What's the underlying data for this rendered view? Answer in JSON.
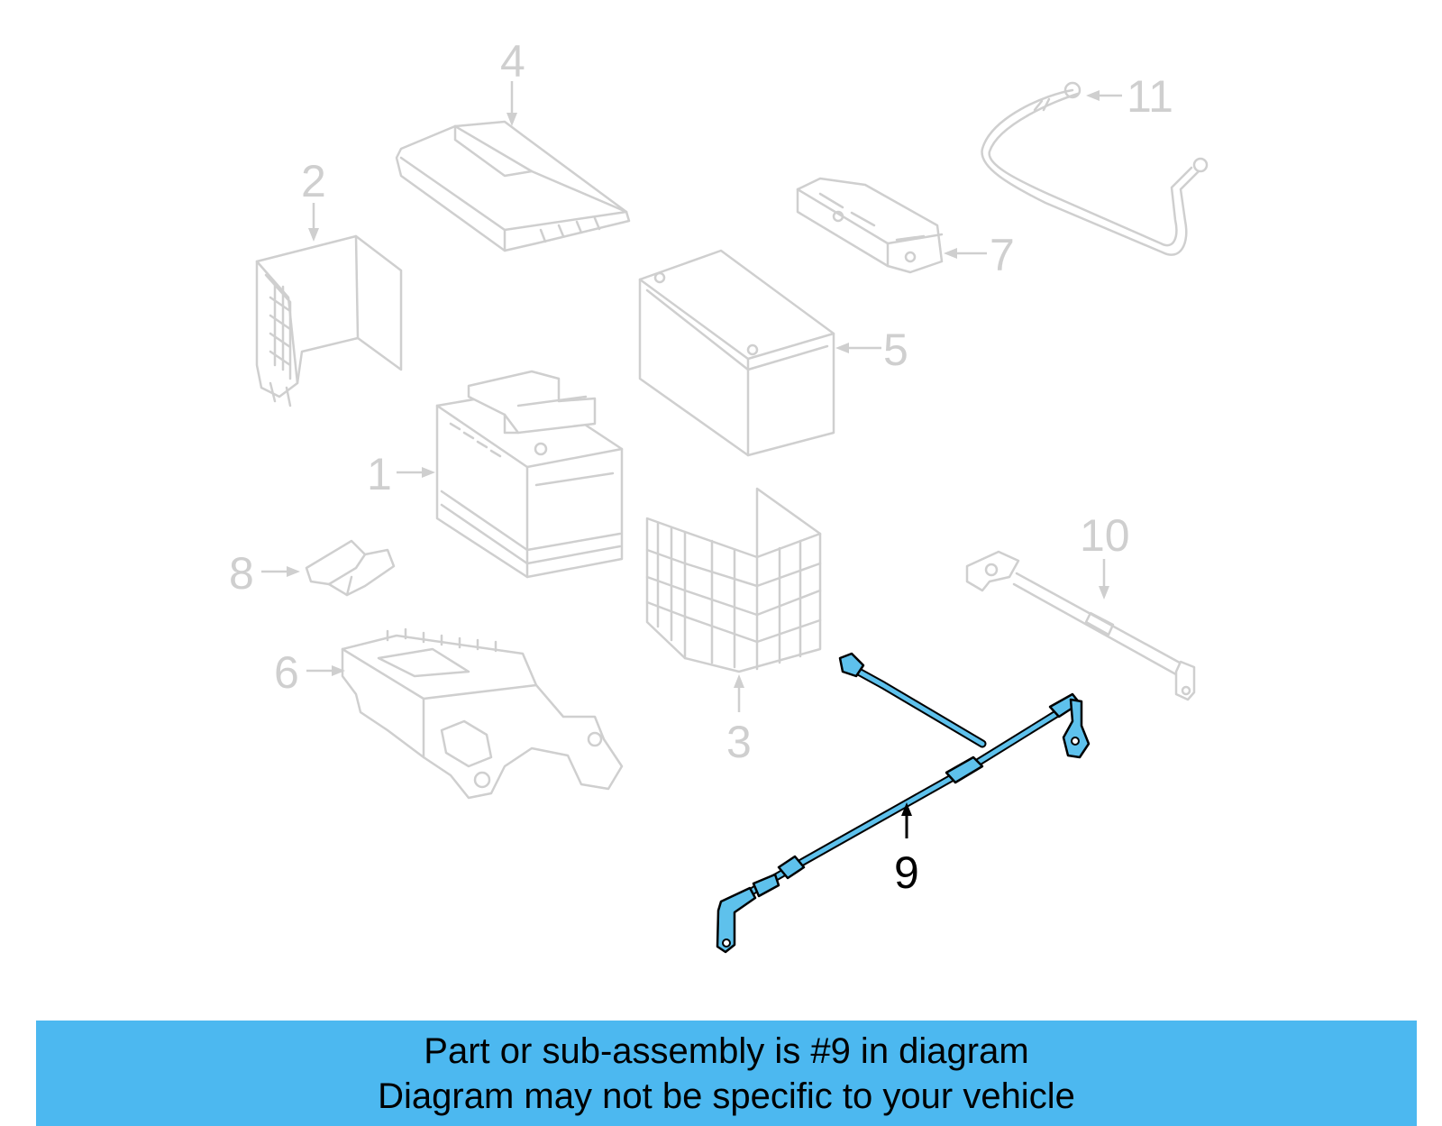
{
  "callouts": {
    "c1": "1",
    "c2": "2",
    "c3": "3",
    "c4": "4",
    "c5": "5",
    "c6": "6",
    "c7": "7",
    "c8": "8",
    "c9": "9",
    "c10": "10",
    "c11": "11"
  },
  "highlighted_part": "9",
  "colors": {
    "highlight": "#5ec1ec",
    "banner": "#4cb8f0",
    "faded": "#cfcfcf"
  },
  "banner": {
    "line1": "Part or sub-assembly is #9 in diagram",
    "line2": "Diagram may not be specific to your vehicle"
  }
}
